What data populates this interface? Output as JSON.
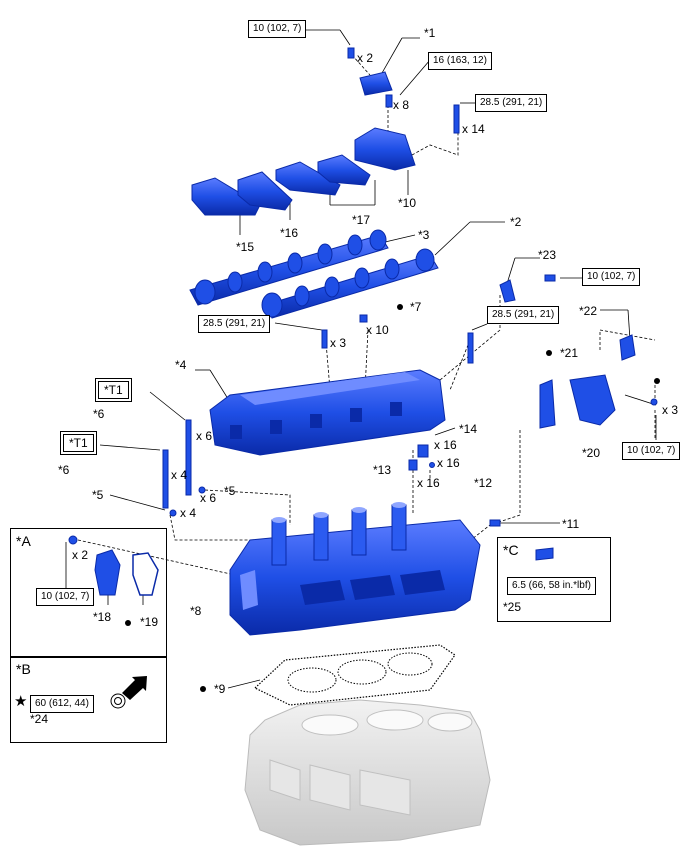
{
  "colors": {
    "part": "#1f4fe6",
    "part_dark": "#0a2aa8",
    "part_light": "#6f8cff",
    "block": "#d9d9d9",
    "line": "#000000"
  },
  "torques": {
    "t1": "10 (102, 7)",
    "t2": "16 (163, 12)",
    "t3": "28.5 (291, 21)",
    "t4": "10 (102, 7)",
    "t5": "28.5 (291, 21)",
    "t6": "28.5 (291, 21)",
    "t7": "10 (102, 7)",
    "t8": "10 (102, 7)",
    "t9": "6.5 (66, 58 in.*lbf)",
    "t10": "60 (612, 44)"
  },
  "callouts": {
    "c1": "*1",
    "c2": "*2",
    "c3": "*3",
    "c4": "*4",
    "c5a": "*5",
    "c5b": "*5",
    "c6a": "*6",
    "c6b": "*6",
    "c7": "*7",
    "c8": "*8",
    "c9": "*9",
    "c10": "*10",
    "c11": "*11",
    "c12": "*12",
    "c13": "*13",
    "c14": "*14",
    "c15": "*15",
    "c16": "*16",
    "c17": "*17",
    "c18": "*18",
    "c19": "*19",
    "c20": "*20",
    "c21": "*21",
    "c22": "*22",
    "c23": "*23",
    "c24": "*24",
    "c25": "*25"
  },
  "tools": {
    "t1a": "*T1",
    "t1b": "*T1"
  },
  "quantities": {
    "q2": "x 2",
    "q8": "x 8",
    "q14": "x 14",
    "q10": "x 10",
    "q3a": "x 3",
    "q6a": "x 6",
    "q4a": "x 4",
    "q6b": "x 6",
    "q4b": "x 4",
    "q16a": "x 16",
    "q16b": "x 16",
    "q16c": "x 16",
    "q3b": "x 3",
    "q2b": "x 2"
  },
  "insets": {
    "a": "*A",
    "b": "*B",
    "c": "*C"
  }
}
